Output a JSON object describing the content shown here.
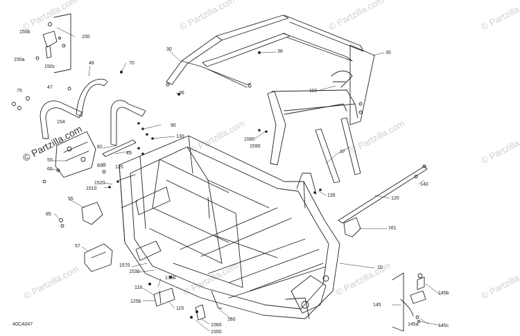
{
  "diagram": {
    "drawing_code": "40CA047",
    "brand_text": "© Partzilla.com",
    "watermark_text": "© Partzilla.com",
    "callouts": [
      "150b",
      "150",
      "150a",
      "150c",
      "30",
      "38",
      "35",
      "48",
      "70",
      "75",
      "47",
      "36",
      "110",
      "154",
      "90",
      "130",
      "1580",
      "1590",
      "82",
      "49",
      "50",
      "80",
      "125",
      "37",
      "60",
      "1520",
      "1510",
      "140",
      "135",
      "120",
      "55",
      "85",
      "161",
      "57",
      "1570",
      "1530",
      "10",
      "135b",
      "116",
      "125b",
      "115",
      "145",
      "145b",
      "145a",
      "145c",
      "1560",
      "1550",
      "160"
    ]
  }
}
